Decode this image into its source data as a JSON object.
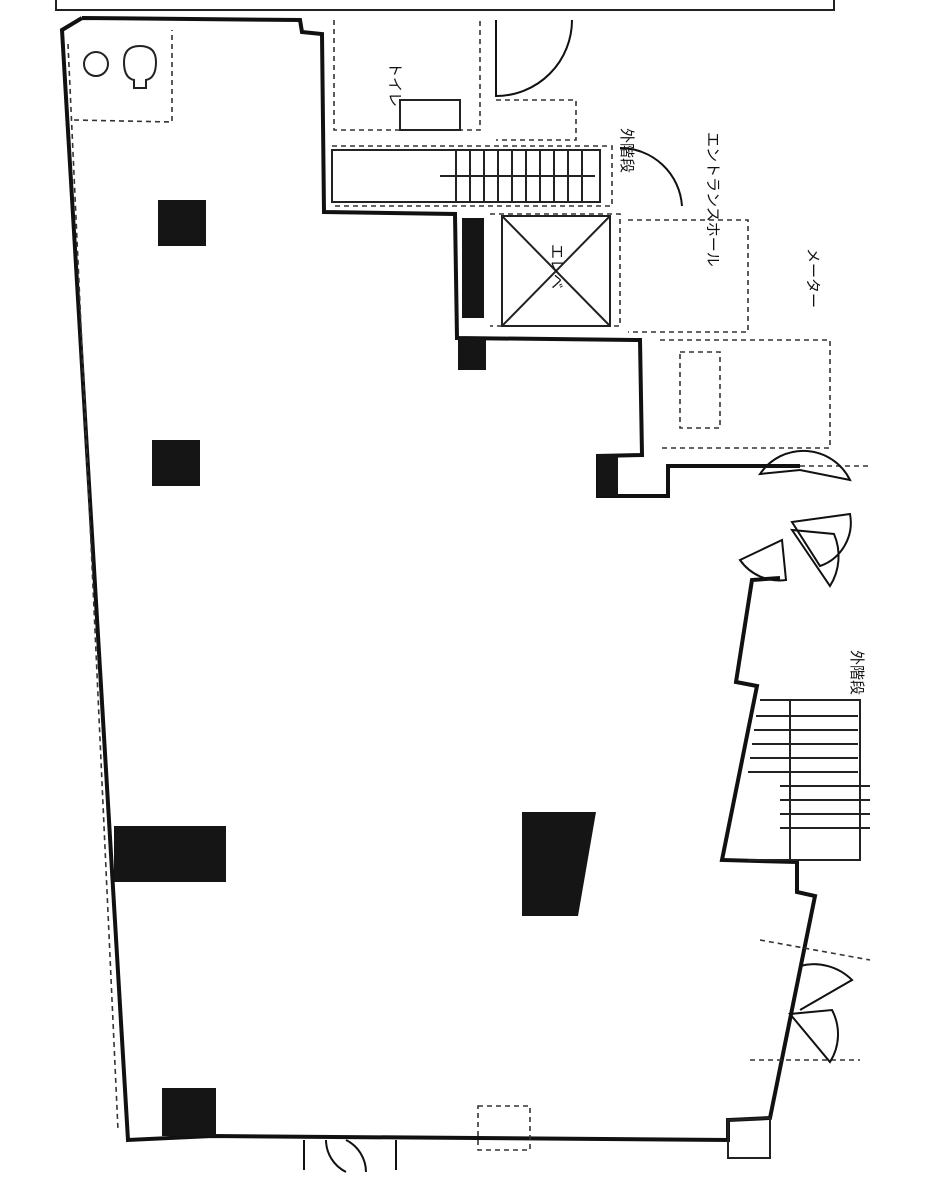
{
  "labels": {
    "elevator": "エレベ",
    "entrance_hall": "エントランスホール",
    "outer_stairs_top": "外階段",
    "outer_stairs_right": "外階段",
    "restroom": "トイレ",
    "meter": "メーター"
  },
  "icons": {
    "column": "structural-column",
    "door": "swing-door",
    "stairs": "stair-treads",
    "toilet": "toilet-fixture"
  },
  "colors": {
    "wall": "#111111",
    "paper": "#ffffff"
  }
}
